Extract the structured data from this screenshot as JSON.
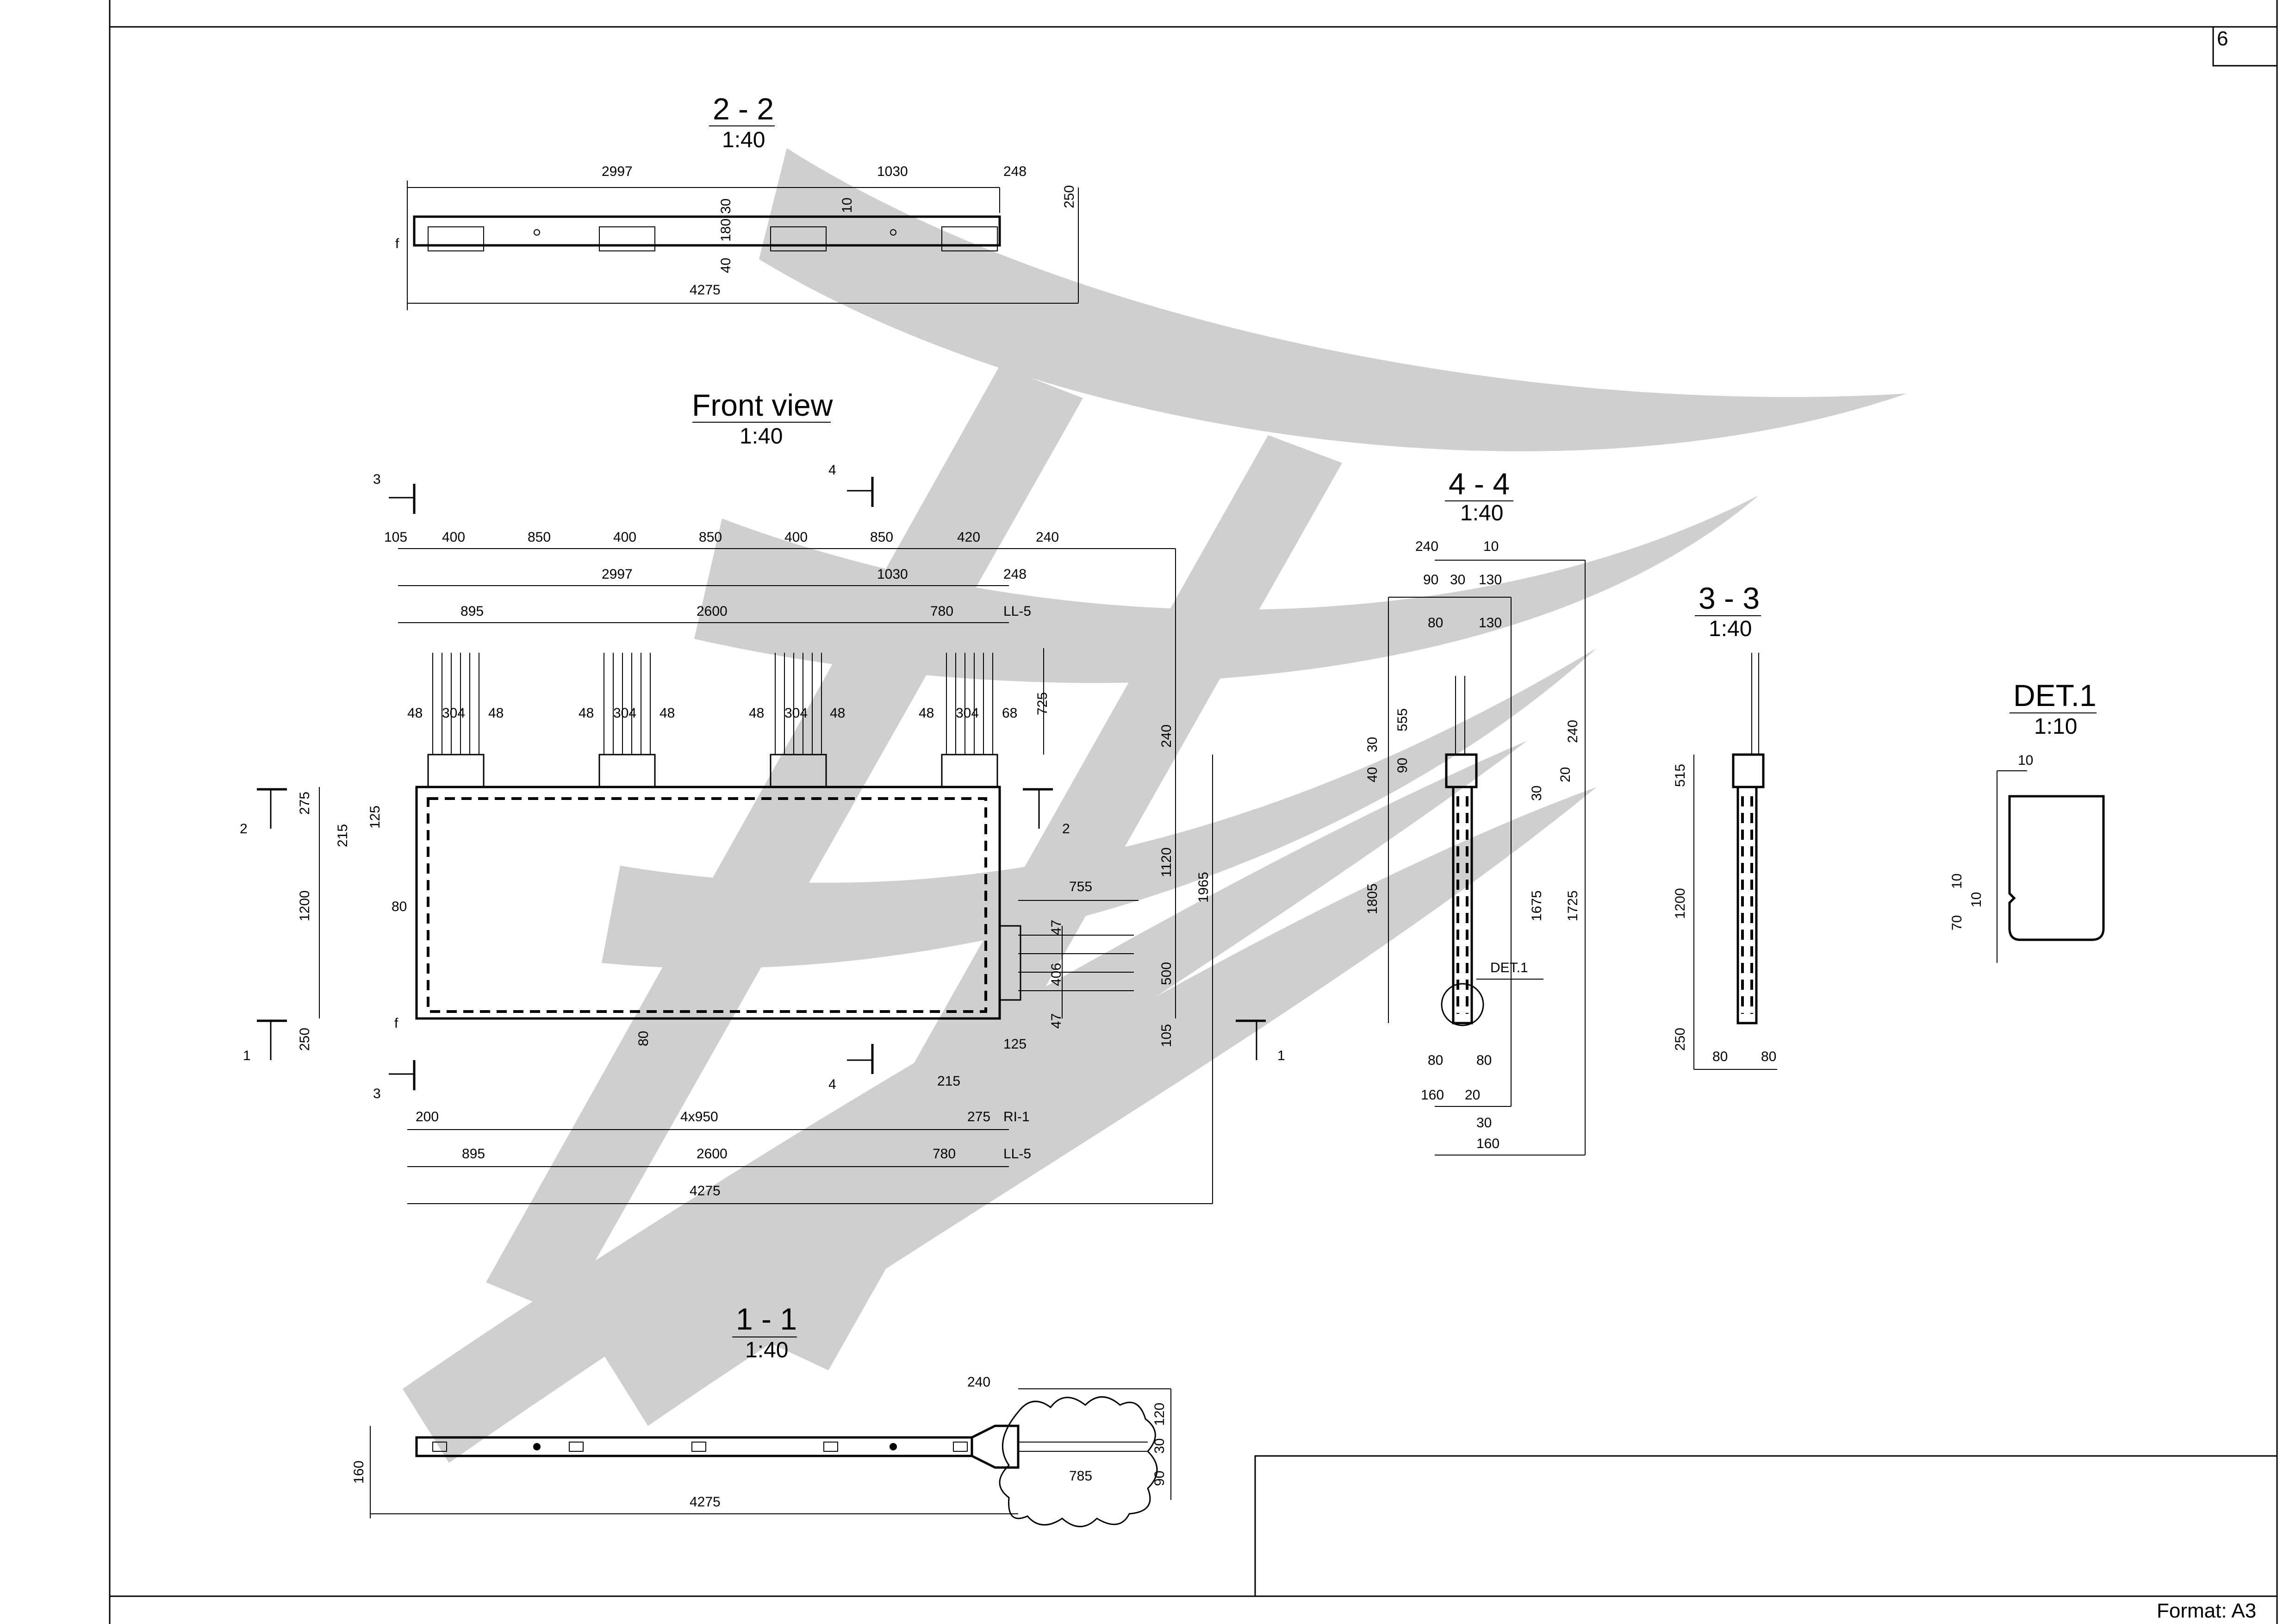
{
  "sheet": {
    "page_number": "6",
    "format": "Format: A3",
    "watermark_color": "#cfcfcf"
  },
  "views": {
    "section_2_2": {
      "title": "2 - 2",
      "scale": "1:40",
      "dims": {
        "top_a": "2997",
        "top_b": "1030",
        "top_c": "248",
        "height": "250",
        "v1": "30",
        "v2": "180",
        "v3": "40",
        "v4": "10",
        "total": "4275",
        "mark": "f"
      }
    },
    "front_view": {
      "title": "Front view",
      "scale": "1:40",
      "top_row1": [
        "105",
        "400",
        "850",
        "400",
        "850",
        "400",
        "850",
        "420",
        "240"
      ],
      "top_row2": [
        "2997",
        "1030",
        "248"
      ],
      "top_row3": [
        "895",
        "2600",
        "780",
        "LL-5"
      ],
      "rebar_groups": [
        [
          "48",
          "304",
          "48"
        ],
        [
          "48",
          "304",
          "48"
        ],
        [
          "48",
          "304",
          "48"
        ],
        [
          "48",
          "304",
          "68"
        ]
      ],
      "left_dims": [
        "275",
        "215",
        "125",
        "1200",
        "80",
        "250"
      ],
      "right_dims": [
        "725",
        "240",
        "1120",
        "1965",
        "500",
        "105"
      ],
      "side_dims": [
        "755",
        "47",
        "406",
        "47"
      ],
      "bottom_small": [
        "80",
        "125",
        "215"
      ],
      "bottom_row1": [
        "200",
        "4x950",
        "275",
        "RI-1"
      ],
      "bottom_row2": [
        "895",
        "2600",
        "780",
        "LL-5"
      ],
      "bottom_total": "4275",
      "section_marks": {
        "s3": "3",
        "s4": "4",
        "s2": "2",
        "s1": "1",
        "f": "f"
      }
    },
    "section_4_4": {
      "title": "4 - 4",
      "scale": "1:40",
      "dims": [
        "240",
        "10",
        "90",
        "30",
        "130",
        "80",
        "130",
        "555",
        "40",
        "30",
        "90",
        "240",
        "30",
        "20",
        "1805",
        "1675",
        "1725",
        "80",
        "80",
        "160",
        "20",
        "30",
        "160"
      ],
      "callout": "DET.1"
    },
    "section_3_3": {
      "title": "3 - 3",
      "scale": "1:40",
      "dims": [
        "515",
        "1200",
        "250",
        "80",
        "80"
      ]
    },
    "det_1": {
      "title": "DET.1",
      "scale": "1:10",
      "dims": [
        "10",
        "10",
        "10",
        "70"
      ]
    },
    "section_1_1": {
      "title": "1 - 1",
      "scale": "1:40",
      "dims": {
        "d240": "240",
        "d120": "120",
        "d30": "30",
        "d785": "785",
        "d90": "90",
        "d160": "160",
        "total": "4275"
      }
    }
  }
}
